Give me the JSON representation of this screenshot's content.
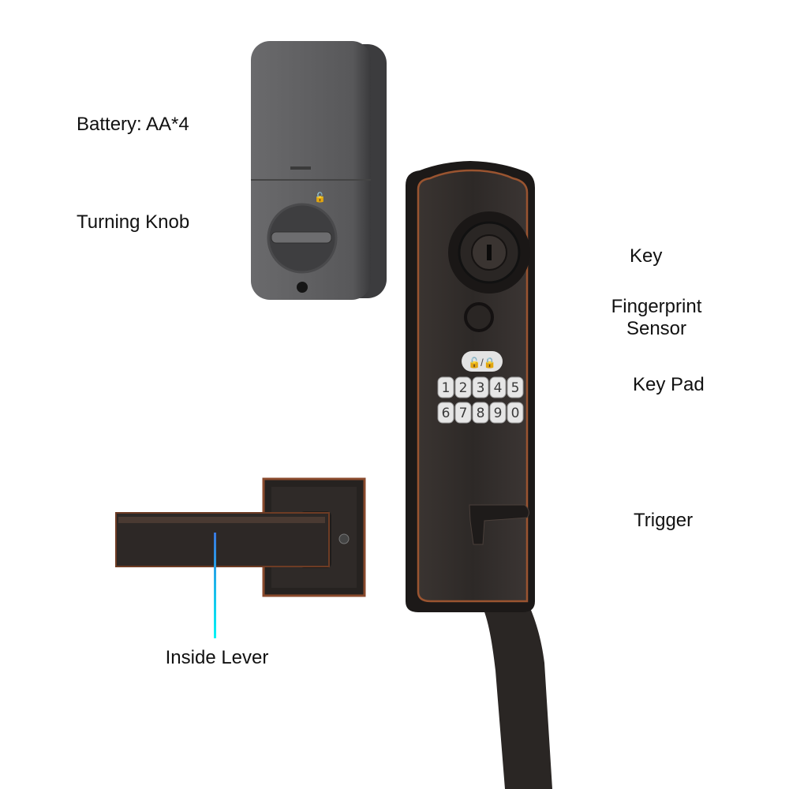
{
  "labels": {
    "battery": "Battery: AA*4",
    "turning_knob": "Turning Knob",
    "key": "Key",
    "fingerprint_line1": "Fingerprint",
    "fingerprint_line2": "Sensor",
    "key_pad": "Key Pad",
    "trigger": "Trigger",
    "inside_lever": "Inside Lever"
  },
  "keypad": {
    "lock_button": "lock-unlock-icon",
    "row1": [
      "1",
      "2",
      "3",
      "4",
      "5"
    ],
    "row2": [
      "6",
      "7",
      "8",
      "9",
      "0"
    ]
  },
  "colors": {
    "leader_start": "#3a78e0",
    "leader_end": "#00f4f4",
    "interior_body": "#5b5b5d",
    "bronze": "#2f2b29",
    "copper_edge": "#9a5430"
  }
}
